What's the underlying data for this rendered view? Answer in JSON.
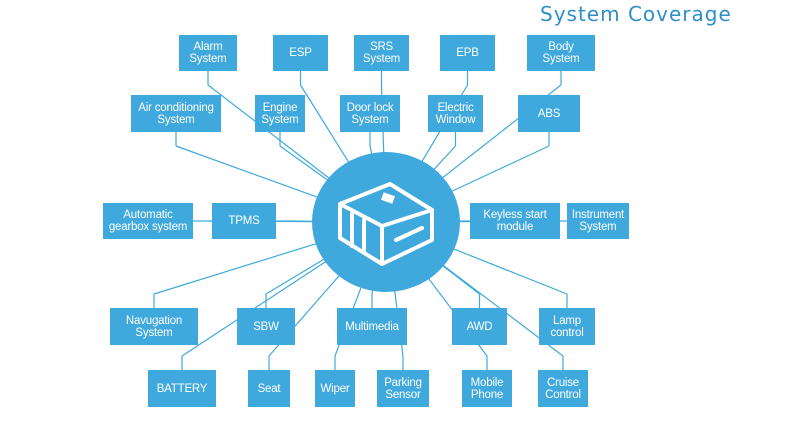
{
  "header": {
    "title": "System Coverage"
  },
  "colors": {
    "accent": "#3fa9dd",
    "line": "#3fa9dd",
    "title": "#2e8fc8",
    "background": "#ffffff"
  },
  "hub": {
    "icon": "obd-connector-icon"
  },
  "systems": [
    {
      "id": "alarm",
      "label": "Alarm\nSystem"
    },
    {
      "id": "esp",
      "label": "ESP"
    },
    {
      "id": "srs",
      "label": "SRS\nSystem"
    },
    {
      "id": "epb",
      "label": "EPB"
    },
    {
      "id": "body",
      "label": "Body\nSystem"
    },
    {
      "id": "aircon",
      "label": "Air conditioning\nSystem"
    },
    {
      "id": "engine",
      "label": "Engine\nSystem"
    },
    {
      "id": "doorlock",
      "label": "Door lock\nSystem"
    },
    {
      "id": "window",
      "label": "Electric\nWindow"
    },
    {
      "id": "abs",
      "label": "ABS"
    },
    {
      "id": "gearbox",
      "label": "Automatic\ngearbox system"
    },
    {
      "id": "tpms",
      "label": "TPMS"
    },
    {
      "id": "keyless",
      "label": "Keyless start\nmodule"
    },
    {
      "id": "instrument",
      "label": "Instrument\nSystem"
    },
    {
      "id": "navigation",
      "label": "Navugation\nSystem"
    },
    {
      "id": "sbw",
      "label": "SBW"
    },
    {
      "id": "multimedia",
      "label": "Multimedia"
    },
    {
      "id": "awd",
      "label": "AWD"
    },
    {
      "id": "lamp",
      "label": "Lamp\ncontrol"
    },
    {
      "id": "battery",
      "label": "BATTERY"
    },
    {
      "id": "seat",
      "label": "Seat"
    },
    {
      "id": "wiper",
      "label": "Wiper"
    },
    {
      "id": "parking",
      "label": "Parking\nSensor"
    },
    {
      "id": "mobile",
      "label": "Mobile\nPhone"
    },
    {
      "id": "cruise",
      "label": "Cruise\nControl"
    }
  ]
}
